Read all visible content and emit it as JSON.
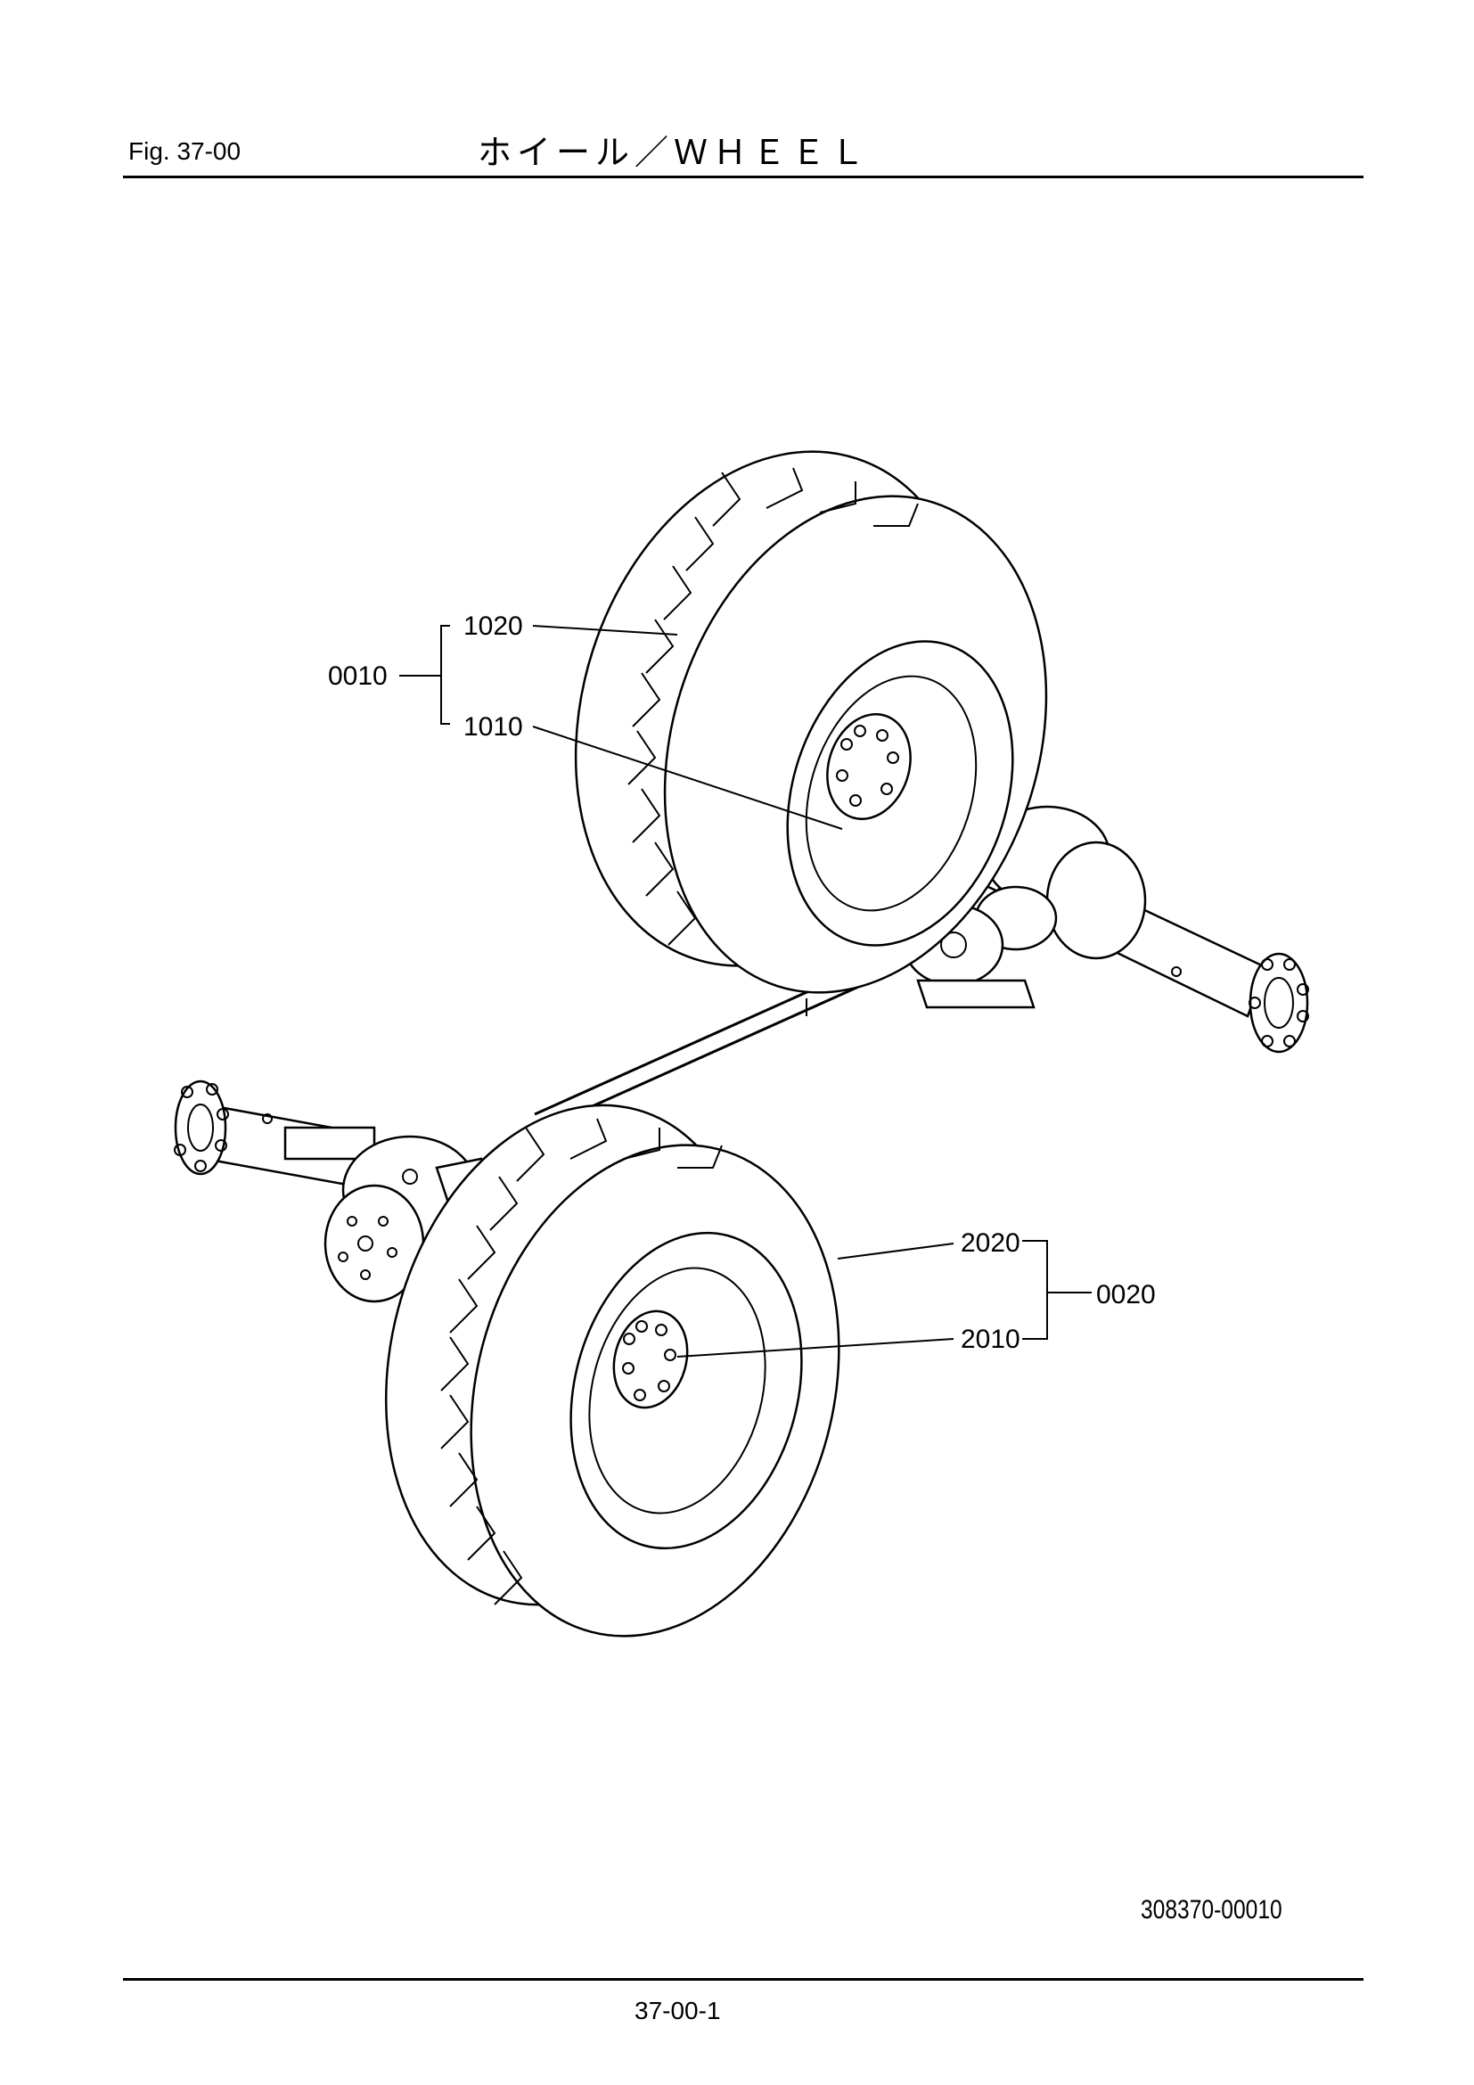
{
  "header": {
    "figure_label": "Fig.  37-00",
    "title": "ホイール／ＷＨＥＥＬ"
  },
  "callouts": {
    "assy_rear": "0010",
    "tire_rear": "1020",
    "rim_rear": "1010",
    "assy_front": "0020",
    "tire_front": "2020",
    "rim_front": "2010"
  },
  "drawing_number": "308370-00010",
  "page_number": "37-00-1"
}
